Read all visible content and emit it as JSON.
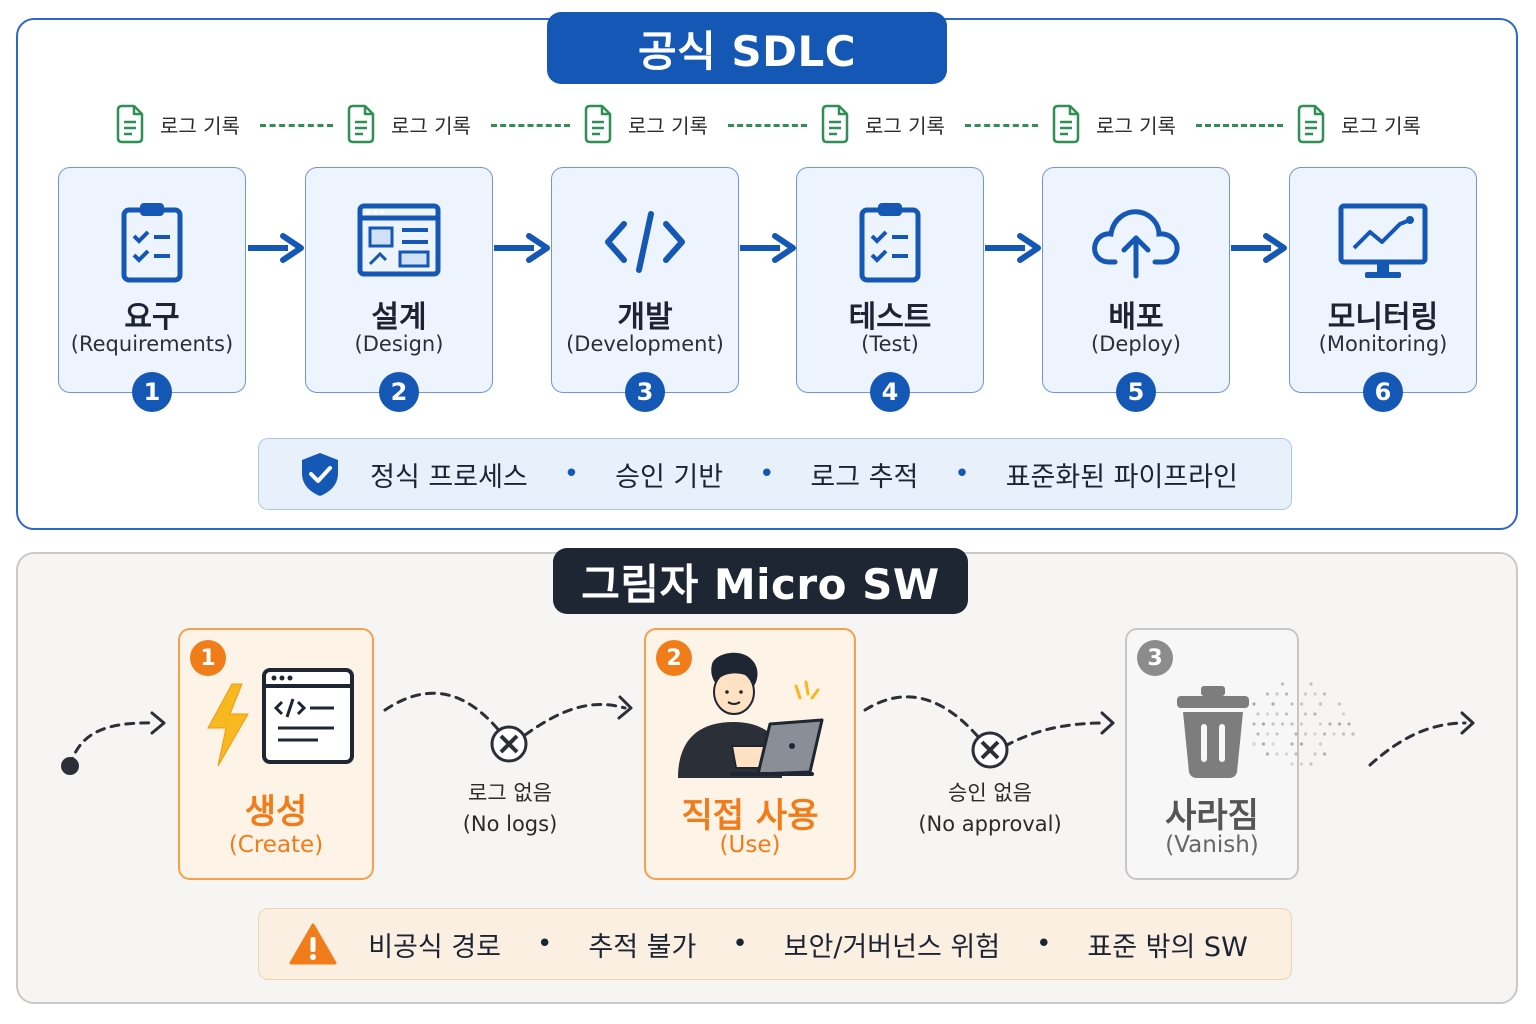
{
  "top": {
    "title": "공식 SDLC",
    "log_label": "로그 기록",
    "stages": [
      {
        "num": "1",
        "name": "요구",
        "sub": "(Requirements)",
        "icon": "clipboard-check-icon"
      },
      {
        "num": "2",
        "name": "설계",
        "sub": "(Design)",
        "icon": "design-window-icon"
      },
      {
        "num": "3",
        "name": "개발",
        "sub": "(Development)",
        "icon": "code-brackets-icon"
      },
      {
        "num": "4",
        "name": "테스트",
        "sub": "(Test)",
        "icon": "clipboard-check-icon"
      },
      {
        "num": "5",
        "name": "배포",
        "sub": "(Deploy)",
        "icon": "cloud-upload-icon"
      },
      {
        "num": "6",
        "name": "모니터링",
        "sub": "(Monitoring)",
        "icon": "monitor-chart-icon"
      }
    ],
    "bar": [
      "정식 프로세스",
      "승인 기반",
      "로그 추적",
      "표준화된 파이프라인"
    ],
    "bar_icon": "shield-check-icon"
  },
  "bottom": {
    "title": "그림자 Micro SW",
    "cards": [
      {
        "num": "1",
        "title": "생성",
        "sub": "(Create)",
        "icon": "lightning-code-icon"
      },
      {
        "num": "2",
        "title": "직접 사용",
        "sub": "(Use)",
        "icon": "person-laptop-icon"
      },
      {
        "num": "3",
        "title": "사라짐",
        "sub": "(Vanish)",
        "icon": "trash-can-icon"
      }
    ],
    "gaps": [
      {
        "line1": "로그 없음",
        "line2": "(No logs)"
      },
      {
        "line1": "승인 없음",
        "line2": "(No approval)"
      }
    ],
    "bar": [
      "비공식 경로",
      "추적 불가",
      "보안/거버넌스 위험",
      "표준 밖의 SW"
    ],
    "bar_icon": "warning-triangle-icon"
  },
  "colors": {
    "formal_blue": "#1557b5",
    "log_green": "#2f8f55",
    "shadow_orange": "#f07d1a",
    "shadow_dark": "#1f2633",
    "vanish_gray": "#8c8c8c"
  }
}
